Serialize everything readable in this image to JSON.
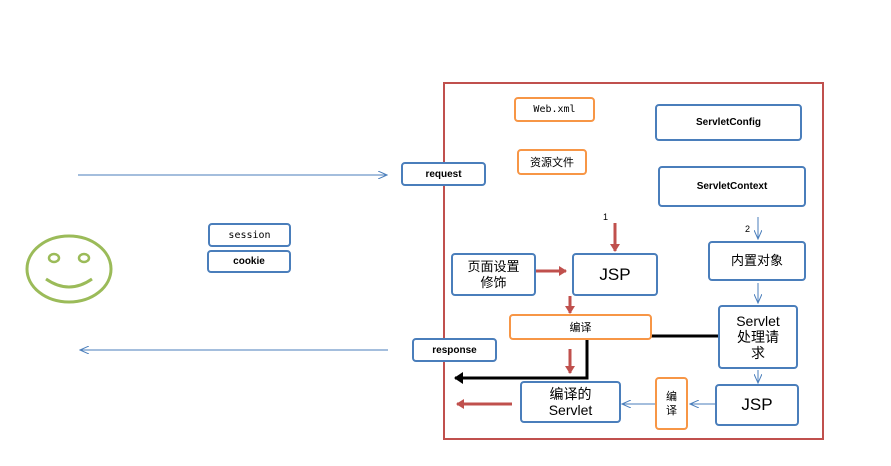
{
  "diagram": {
    "boxes": {
      "request": "request",
      "response": "response",
      "session": "session",
      "cookie": "cookie",
      "web_xml": "Web.xml",
      "resource_files": "资源文件",
      "servlet_config": "ServletConfig",
      "servlet_context": "ServletContext",
      "page_decor": "页面设置\n修饰",
      "jsp_top": "JSP",
      "compile_wide": "编译",
      "compiled_servlet": "编译的\nServlet",
      "compile_narrow": "编\n译",
      "builtin_objects": "内置对象",
      "servlet_process": "Servlet\n处理请\n求",
      "jsp_bottom": "JSP"
    },
    "step_labels": {
      "step1": "1",
      "step2": "2"
    },
    "icons": {
      "client": "smiley-face-icon"
    },
    "colors": {
      "box_blue": "#4a7ebb",
      "box_orange": "#f79646",
      "container_red": "#c0504d",
      "arrow_red": "#c0504d",
      "arrow_blue": "#4a7ebb",
      "smiley_green": "#9bbb59",
      "flow_black": "#000000"
    }
  }
}
